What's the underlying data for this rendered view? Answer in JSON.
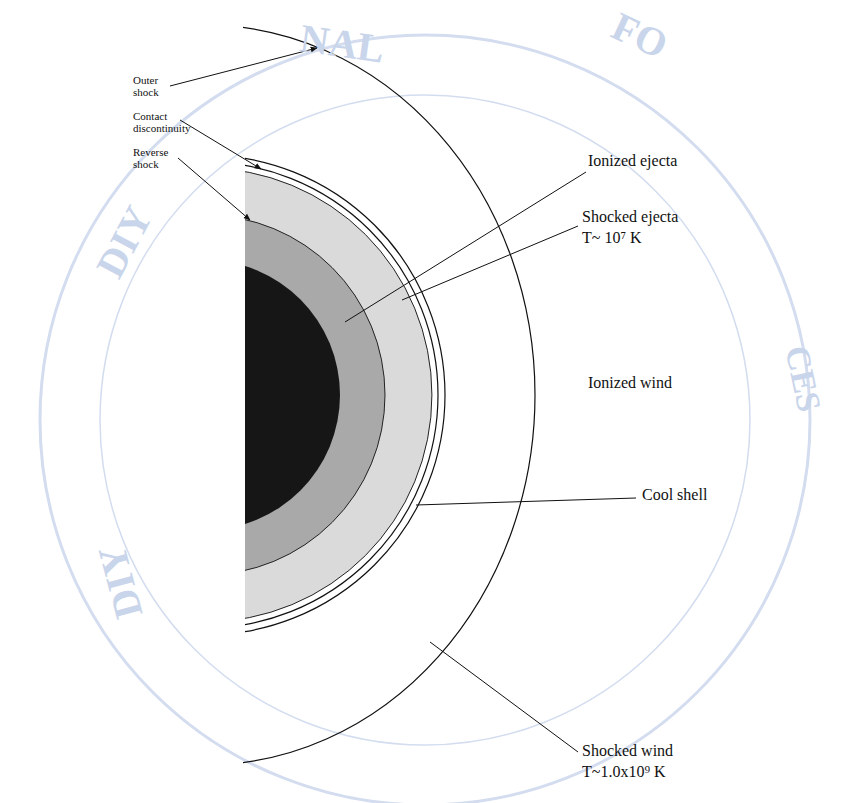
{
  "diagram": {
    "labels": [
      "Outer shock",
      "Contact discontinuity",
      "Reverse shock",
      "Ionized ejecta",
      "Shocked ejecta",
      "T~ 10⁷ K",
      "Ionized wind",
      "Cool shell",
      "Shocked wind",
      "T~1.0x10⁹ K",
      "NAL",
      "FO",
      "DIY",
      "DIY",
      "CES"
    ]
  }
}
